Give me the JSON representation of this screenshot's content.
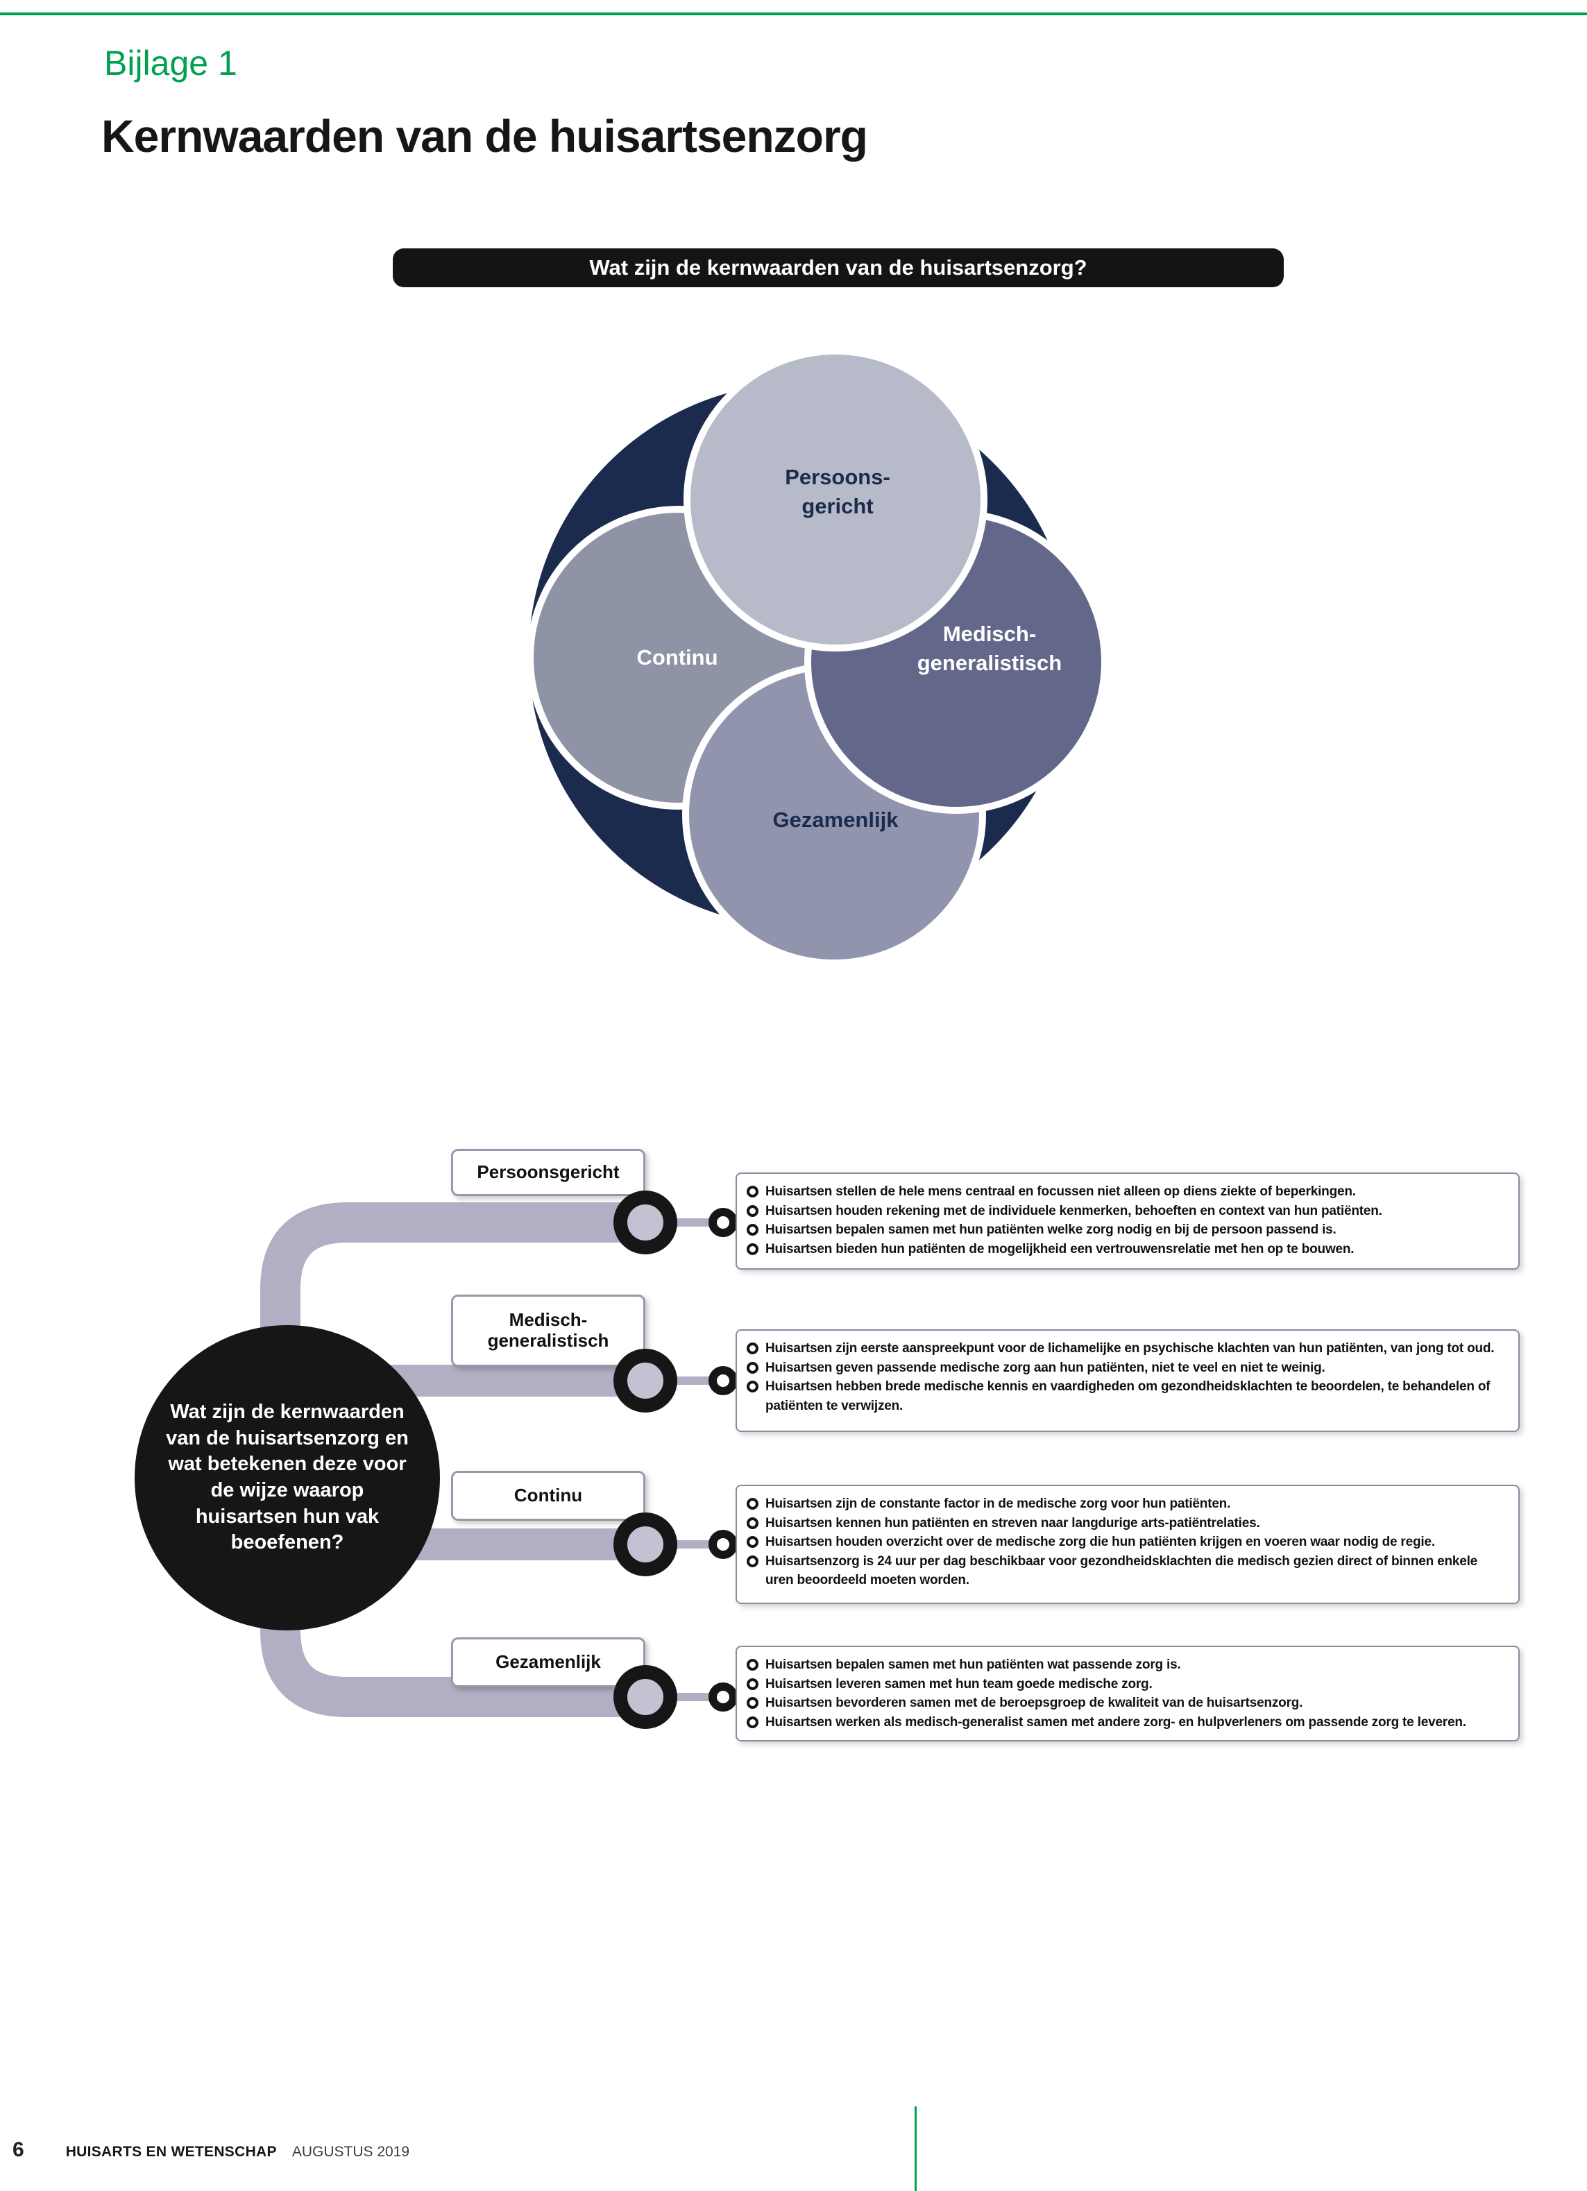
{
  "header": {
    "appendix_label": "Bijlage 1",
    "title": "Kernwaarden van de huisartsenzorg"
  },
  "pinwheel": {
    "banner": "Wat zijn de kernwaarden van de huisartsenzorg?",
    "background_color": "#1b2b4e",
    "petals": [
      {
        "name": "Persoonsgericht",
        "lines": [
          "Persoons-",
          "gericht"
        ],
        "color": "#b7bbc9"
      },
      {
        "name": "Continu",
        "lines": [
          "Continu"
        ],
        "color": "#8e93a6"
      },
      {
        "name": "Medisch-generalistisch",
        "lines": [
          "Medisch-",
          "generalistisch"
        ],
        "color": "#63688a"
      },
      {
        "name": "Gezamenlijk",
        "lines": [
          "Gezamenlijk"
        ],
        "color": "#9094ad"
      }
    ]
  },
  "diagram": {
    "question": "Wat zijn de kernwaarden van de huisartsenzorg en wat betekenen deze voor de wijze waarop huisartsen hun vak beoefenen?",
    "branches": [
      {
        "label": "Persoonsgericht",
        "bullets": [
          "Huisartsen stellen de hele mens centraal en focussen niet alleen op diens ziekte of beperkingen.",
          "Huisartsen houden rekening met de individuele kenmerken, behoeften en context van hun patiënten.",
          "Huisartsen bepalen samen met hun patiënten welke zorg nodig en bij de persoon passend is.",
          "Huisartsen bieden hun patiënten de mogelijkheid een vertrouwensrelatie met hen op te bouwen."
        ]
      },
      {
        "label": "Medisch-generalistisch",
        "bullets": [
          "Huisartsen zijn eerste aanspreekpunt voor de lichamelijke en psychische klachten van hun patiënten, van jong tot oud.",
          "Huisartsen geven passende medische zorg aan hun patiënten, niet te veel en niet te weinig.",
          "Huisartsen hebben brede medische kennis en vaardigheden om gezondheidsklachten te beoordelen, te behandelen of patiënten te verwijzen."
        ]
      },
      {
        "label": "Continu",
        "bullets": [
          "Huisartsen zijn de constante factor in de medische zorg voor hun patiënten.",
          "Huisartsen kennen hun patiënten en streven naar langdurige arts-patiëntrelaties.",
          "Huisartsen houden overzicht over de medische zorg die hun patiënten krijgen en voeren waar nodig de regie.",
          "Huisartsenzorg is 24 uur per dag beschikbaar voor gezondheidsklachten die medisch gezien direct of binnen enkele uren beoordeeld moeten worden."
        ]
      },
      {
        "label": "Gezamenlijk",
        "bullets": [
          "Huisartsen bepalen samen met hun patiënten wat passende zorg is.",
          "Huisartsen leveren samen met hun team goede medische zorg.",
          "Huisartsen bevorderen samen met de beroepsgroep de kwaliteit van de huisartsenzorg.",
          "Huisartsen werken als medisch-generalist samen met andere zorg- en hulpverleners om passende zorg te leveren."
        ]
      }
    ]
  },
  "footer": {
    "page_number": "6",
    "journal": "HUISARTS EN WETENSCHAP",
    "issue": "AUGUSTUS 2019"
  },
  "colors": {
    "accent_green": "#00a14e",
    "navy": "#1b2b4e",
    "connector_gray": "#b2afc4",
    "banner_black": "#141414"
  }
}
